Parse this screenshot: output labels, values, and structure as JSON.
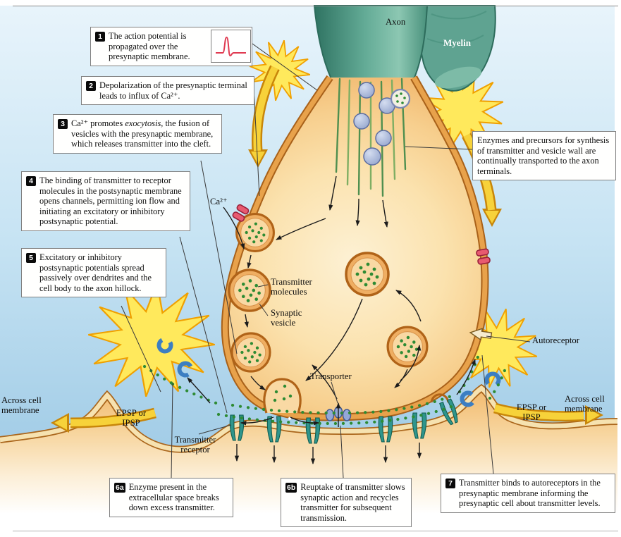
{
  "palette": {
    "sky_top": "#e6f3fb",
    "sky_bottom": "#9cc8e4",
    "axon_teal": "#58a08c",
    "myelin_teal": "#5fa391",
    "terminal_fill": "#fbe2ae",
    "membrane_dark": "#a8611a",
    "membrane_band": "#e8a24b",
    "postsynaptic_fill": "#f2ba6e",
    "starburst_yellow": "#ffe95c",
    "starburst_outline": "#f0a000",
    "transmitter_green": "#2e8b34",
    "calcium_channel_red": "#e85a70",
    "receptor_teal": "#2f958c",
    "enzyme_blue": "#3c7ec2",
    "vesicle_blue": "#93a3cc",
    "arrow_yellow": "#f7d23a",
    "waveform_red": "#e03a52"
  },
  "steps": [
    {
      "badge": "1",
      "text": "The action potential is propagated over the presynaptic membrane."
    },
    {
      "badge": "2",
      "text": "Depolarization of the presynaptic terminal leads to influx of Ca²⁺."
    },
    {
      "badge": "3",
      "pre": "Ca²⁺ promotes ",
      "em": "exocytosis",
      "post": ", the fusion of vesicles with the presynaptic membrane, which releases transmitter into the cleft."
    },
    {
      "badge": "4",
      "text": "The binding of transmitter to receptor molecules in the postsynaptic membrane opens channels, permitting ion flow and initiating an excitatory or inhibitory postsynaptic potential."
    },
    {
      "badge": "5",
      "text": "Excitatory or inhibitory postsynaptic potentials spread passively over dendrites and the cell body to the axon hillock."
    },
    {
      "badge": "6a",
      "text": "Enzyme present in the extracellular space breaks down excess transmitter."
    },
    {
      "badge": "6b",
      "text": "Reuptake of transmitter slows synaptic action and recycles transmitter for subsequent transmission."
    },
    {
      "badge": "7",
      "text": "Transmitter binds to autoreceptors in the presynaptic membrane informing the presynaptic cell about transmitter levels."
    }
  ],
  "note": {
    "text": "Enzymes and precursors for synthesis of transmitter and vesicle wall are continually transported to the axon terminals."
  },
  "labels": {
    "axon": "Axon",
    "myelin": "Myelin",
    "calcium": "Ca²⁺",
    "transmitter_molecules": "Transmitter molecules",
    "synaptic_vesicle": "Synaptic vesicle",
    "transporter": "Transporter",
    "autoreceptor": "Autoreceptor",
    "transmitter_receptor": "Transmitter receptor",
    "epsp_ipsp_left": "EPSP or IPSP",
    "epsp_ipsp_right": "EPSP or IPSP",
    "across_membrane_left": "Across cell membrane",
    "across_membrane_right": "Across cell membrane"
  }
}
